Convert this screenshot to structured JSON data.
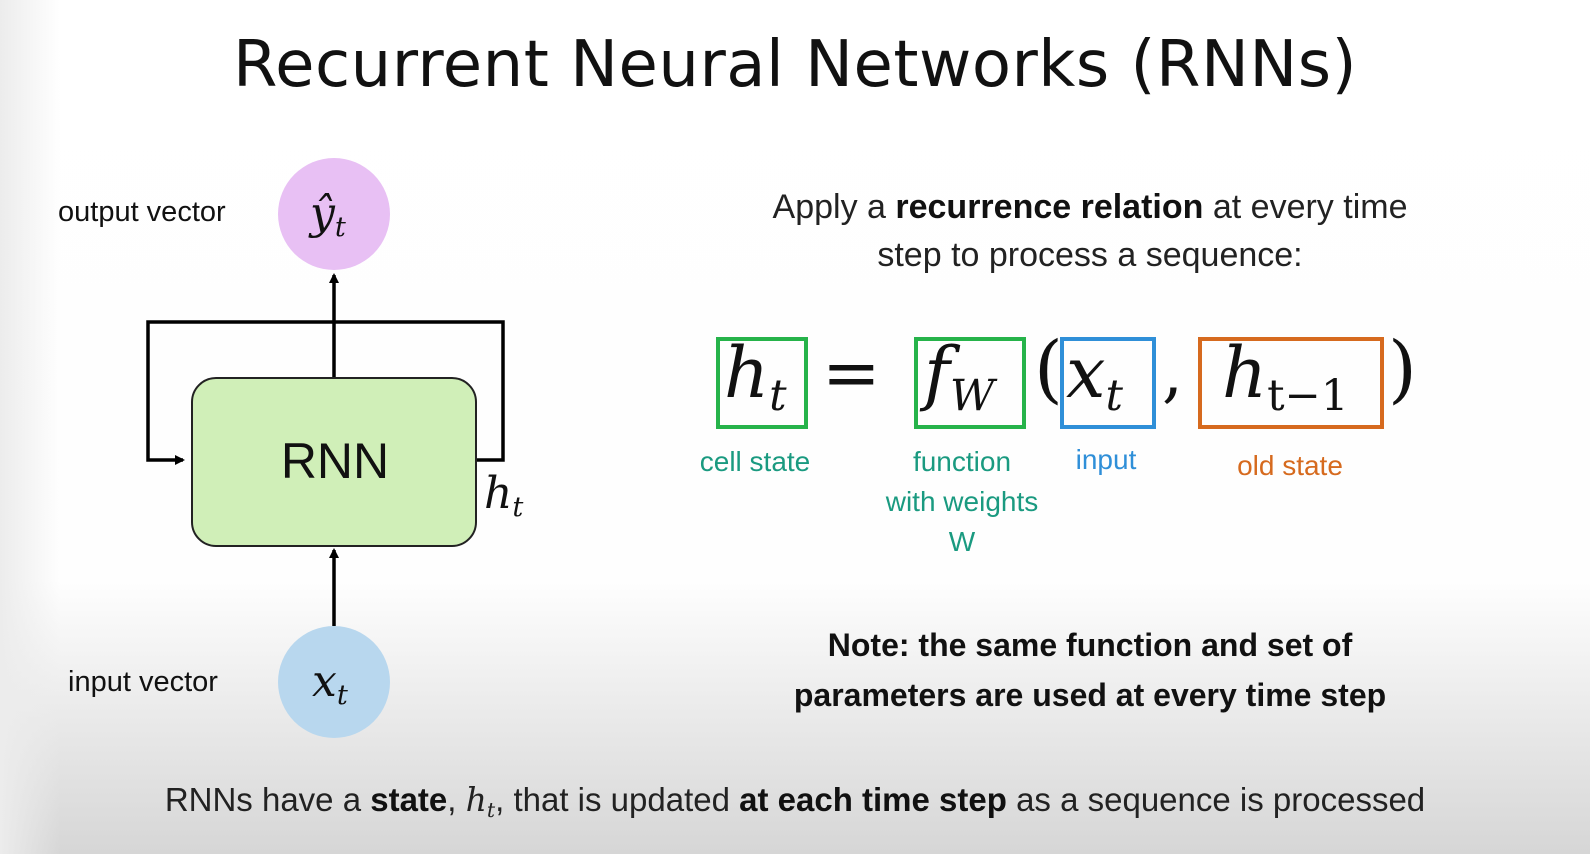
{
  "title": "Recurrent Neural Networks (RNNs)",
  "colors": {
    "output_node": "#e8c0f4",
    "input_node": "#b8d7ee",
    "rnn_box": "#d0efb8",
    "cell_state": "#26b34a",
    "function": "#26b34a",
    "input": "#2f8fd8",
    "old_state": "#d66a1e",
    "label_teal": "#1a9a80"
  },
  "diagram": {
    "output_label": "output vector",
    "output_symbol": "ŷ",
    "output_sub": "t",
    "rnn_label": "RNN",
    "state_symbol": "h",
    "state_sub": "t",
    "input_label": "input vector",
    "input_symbol": "x",
    "input_sub": "t"
  },
  "description": {
    "pre": "Apply a ",
    "bold": "recurrence relation",
    "post": " at every time step to process a sequence:"
  },
  "equation": {
    "lhs": "h",
    "lhs_sub": "t",
    "equals": "=",
    "fn": "f",
    "fn_sub": "W",
    "open": "(",
    "arg1": "x",
    "arg1_sub": "t",
    "comma": ",",
    "arg2": "h",
    "arg2_sub": "t−1",
    "close": ")",
    "labels": {
      "cell_state": "cell state",
      "function_line1": "function",
      "function_line2": "with weights",
      "function_line3": "W",
      "input": "input",
      "old_state": "old state"
    }
  },
  "note": {
    "line1": "Note: the same function and set of",
    "line2": "parameters are used at every time step"
  },
  "footer": {
    "p1": "RNNs have a ",
    "b1": "state",
    "p2": ", ",
    "sym": "h",
    "sym_sub": "t",
    "p3": ", that is updated ",
    "b2": "at each time step",
    "p4": " as a sequence is processed"
  }
}
